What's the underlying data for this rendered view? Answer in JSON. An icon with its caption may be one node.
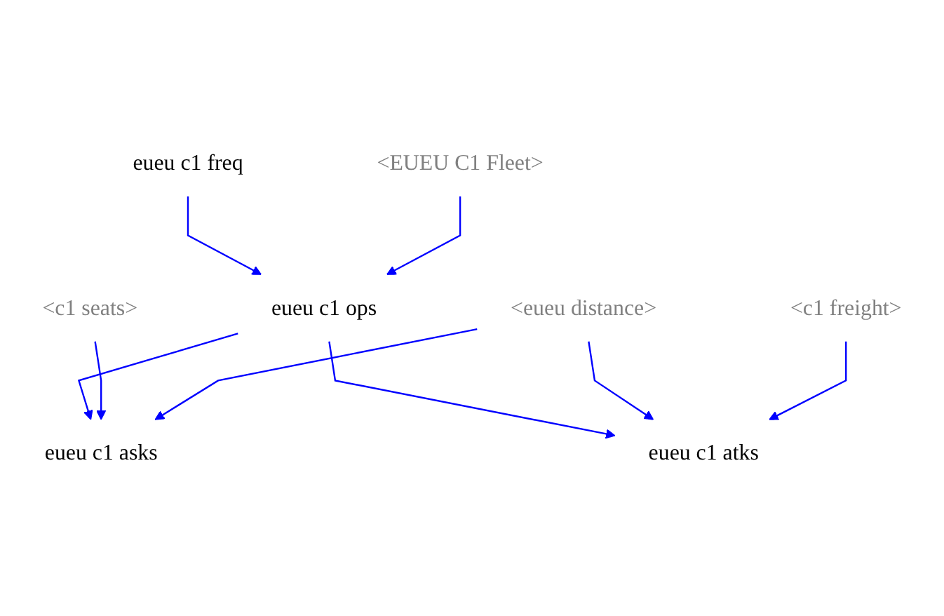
{
  "diagram": {
    "nodes": [
      {
        "text": [
          "eueu c1 freq"
        ]
      },
      {
        "text": [
          "<EUEU C1 Fleet>"
        ]
      },
      {
        "text": [
          "eueu c1 ops"
        ]
      },
      {
        "text": [
          "<c1 seats>"
        ]
      },
      {
        "text": [
          "<eueu distance>"
        ]
      },
      {
        "text": [
          "<c1 freight>"
        ]
      },
      {
        "text": [
          "eueu c1 asks"
        ]
      },
      {
        "text": [
          "eueu c1 atks"
        ]
      }
    ],
    "edges": [
      {
        "from": 0,
        "to": 2,
        "arrow": "to"
      },
      {
        "from": 1,
        "to": 2,
        "arrow": "to"
      },
      {
        "from": 2,
        "to": 6,
        "arrow": "to"
      },
      {
        "from": 2,
        "to": 7,
        "arrow": "to"
      },
      {
        "from": 3,
        "to": 6,
        "arrow": "to"
      },
      {
        "from": 4,
        "to": 6,
        "arrow": "to"
      },
      {
        "from": 4,
        "to": 7,
        "arrow": "to"
      },
      {
        "from": 5,
        "to": 7,
        "arrow": "to"
      }
    ]
  }
}
